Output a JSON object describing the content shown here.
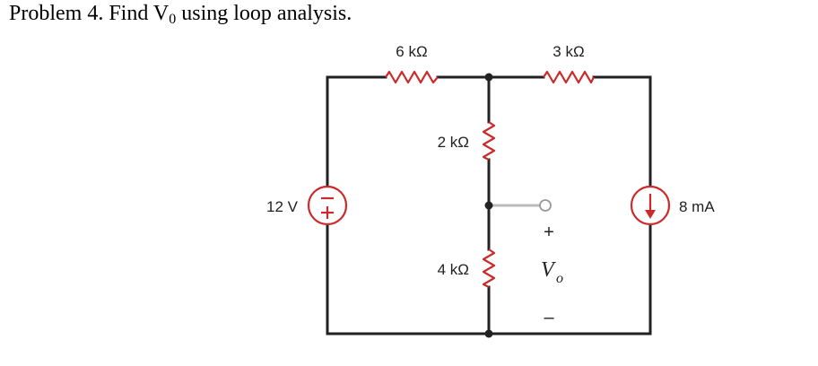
{
  "problem": {
    "title_main": "Problem 4. Find V",
    "title_sub": "0",
    "title_rest": " using loop analysis."
  },
  "components": {
    "r_top_left": "6 kΩ",
    "r_top_right": "3 kΩ",
    "r_mid_upper": "2 kΩ",
    "r_mid_lower": "4 kΩ",
    "voltage_source": "12 V",
    "current_source": "8 mA"
  },
  "output": {
    "label": "V",
    "subscript": "o",
    "plus": "+",
    "minus": "–"
  },
  "colors": {
    "wire": "#222222",
    "source": "#cc2a2a",
    "terminal_lead": "#bbbbbb"
  }
}
